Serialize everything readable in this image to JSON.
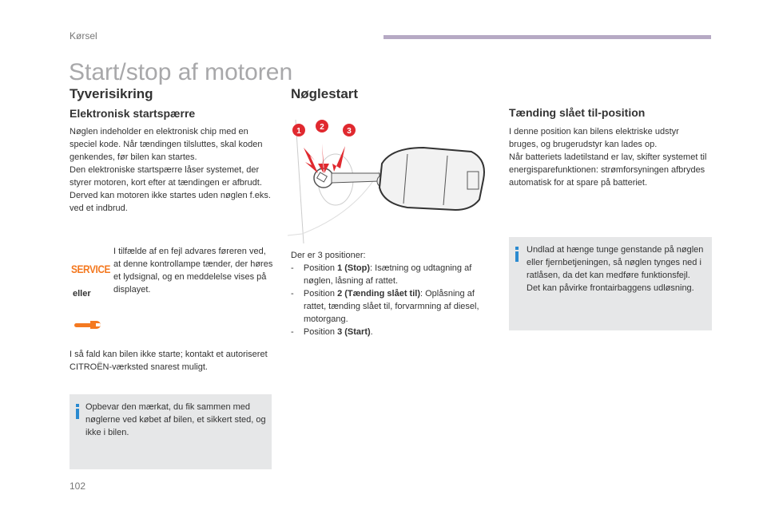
{
  "header": {
    "section": "Kørsel",
    "accent_color": "#b6a9c4"
  },
  "title": "Start/stop af motoren",
  "left": {
    "heading": "Tyverisikring",
    "subheading": "Elektronisk startspærre",
    "para1": "Nøglen indeholder en elektronisk chip med en speciel kode. Når tændingen tilsluttes, skal koden genkendes, før bilen kan startes.",
    "para2": "Den elektroniske startspærre låser systemet, der styrer motoren, kort efter at tændingen er afbrudt. Derved kan motoren ikke startes uden nøglen f.eks. ved et indbrud.",
    "service_label": "SERVICE",
    "or_label": "eller",
    "warning_text": "I tilfælde af en fejl advares føreren ved, at denne kontrollampe tænder, der høres et lydsignal, og en meddelelse vises på displayet.",
    "para3": "I så fald kan bilen ikke starte; kontakt et autoriseret CITROËN-værksted snarest muligt.",
    "info": "Opbevar den mærkat, du fik sammen med nøglerne ved købet af bilen, et sikkert sted, og ikke i bilen."
  },
  "middle": {
    "heading": "Nøglestart",
    "callouts": [
      "1",
      "2",
      "3"
    ],
    "intro": "Der er 3 positioner:",
    "positions": [
      {
        "prefix": "Position ",
        "bold": "1 (Stop)",
        "rest": ": Isætning og udtagning af nøglen, låsning af rattet."
      },
      {
        "prefix": "Position ",
        "bold": "2 (Tænding slået til)",
        "rest": ": Oplåsning af rattet, tænding slået til, forvarmning af diesel, motorgang."
      },
      {
        "prefix": "Position ",
        "bold": "3 (Start)",
        "rest": "."
      }
    ]
  },
  "right": {
    "subheading": "Tænding slået til-position",
    "para1": "I denne position kan bilens elektriske udstyr bruges, og brugerudstyr kan lades op.",
    "para2": "Når batteriets ladetilstand er lav, skifter systemet til energisparefunktionen: strømforsyningen afbrydes automatisk for at spare på batteriet.",
    "info1": "Undlad at hænge tunge genstande på nøglen eller fjernbetjeningen, så nøglen tynges ned i ratlåsen, da det kan medføre funktionsfejl.",
    "info2": "Det kan påvirke frontairbaggens udløsning."
  },
  "footer": {
    "page_number": "102"
  }
}
